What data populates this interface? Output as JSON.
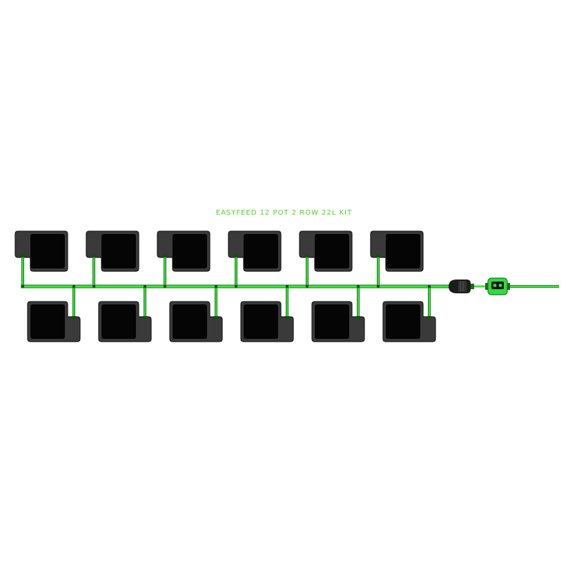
{
  "title": "EASYFEED 12 POT 2 ROW 22L KIT",
  "colors": {
    "pipe": "#3ee33e",
    "pipe_edge": "#1a7a1a",
    "pot_outer": "#3a3a3a",
    "pot_inner": "#050505",
    "connector": "#1c1c1c",
    "valve": "#2fdc3c"
  },
  "system": {
    "rows": 2,
    "pots_per_row": 6,
    "pot_volume_label": "22L"
  },
  "icons": {
    "pot": "pot-icon",
    "hose_connector": "hose-connector-icon",
    "valve": "valve-icon"
  }
}
